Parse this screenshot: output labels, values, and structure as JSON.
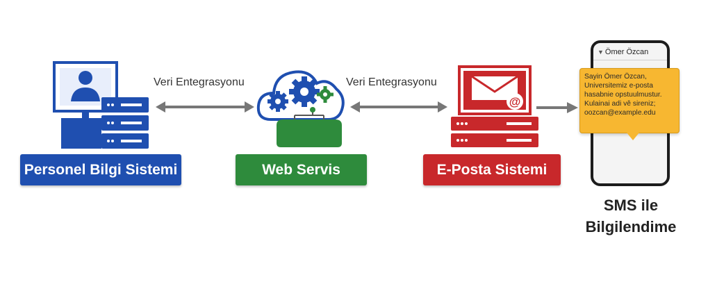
{
  "nodes": {
    "personel": {
      "label": "Personel Bilgi Sistemi",
      "color": "#1f4fb0"
    },
    "web_servis": {
      "label": "Web Servis",
      "color": "#2e8b3c"
    },
    "eposta": {
      "label": "E-Posta Sistemi",
      "color": "#c8282b"
    },
    "sms": {
      "caption_line1": "SMS ile",
      "caption_line2": "Bilgilendime"
    }
  },
  "connectors": {
    "left_label": "Veri Entegrasyonu",
    "right_label": "Veri Entegrasyonu"
  },
  "phone": {
    "contact_name": "Ömer Özcan",
    "message_lines": [
      "Sayin Ömer Özcan,",
      "Universitemiz e-posta",
      "hasabnie opstuulmustur.",
      "Kulainai adi vê sireniz;",
      "oozcan@example.edu"
    ]
  },
  "icons": {
    "personel": "user-monitor-server-icon",
    "web_servis": "cloud-gears-icon",
    "eposta": "envelope-server-icon",
    "sms": "smartphone-icon"
  }
}
